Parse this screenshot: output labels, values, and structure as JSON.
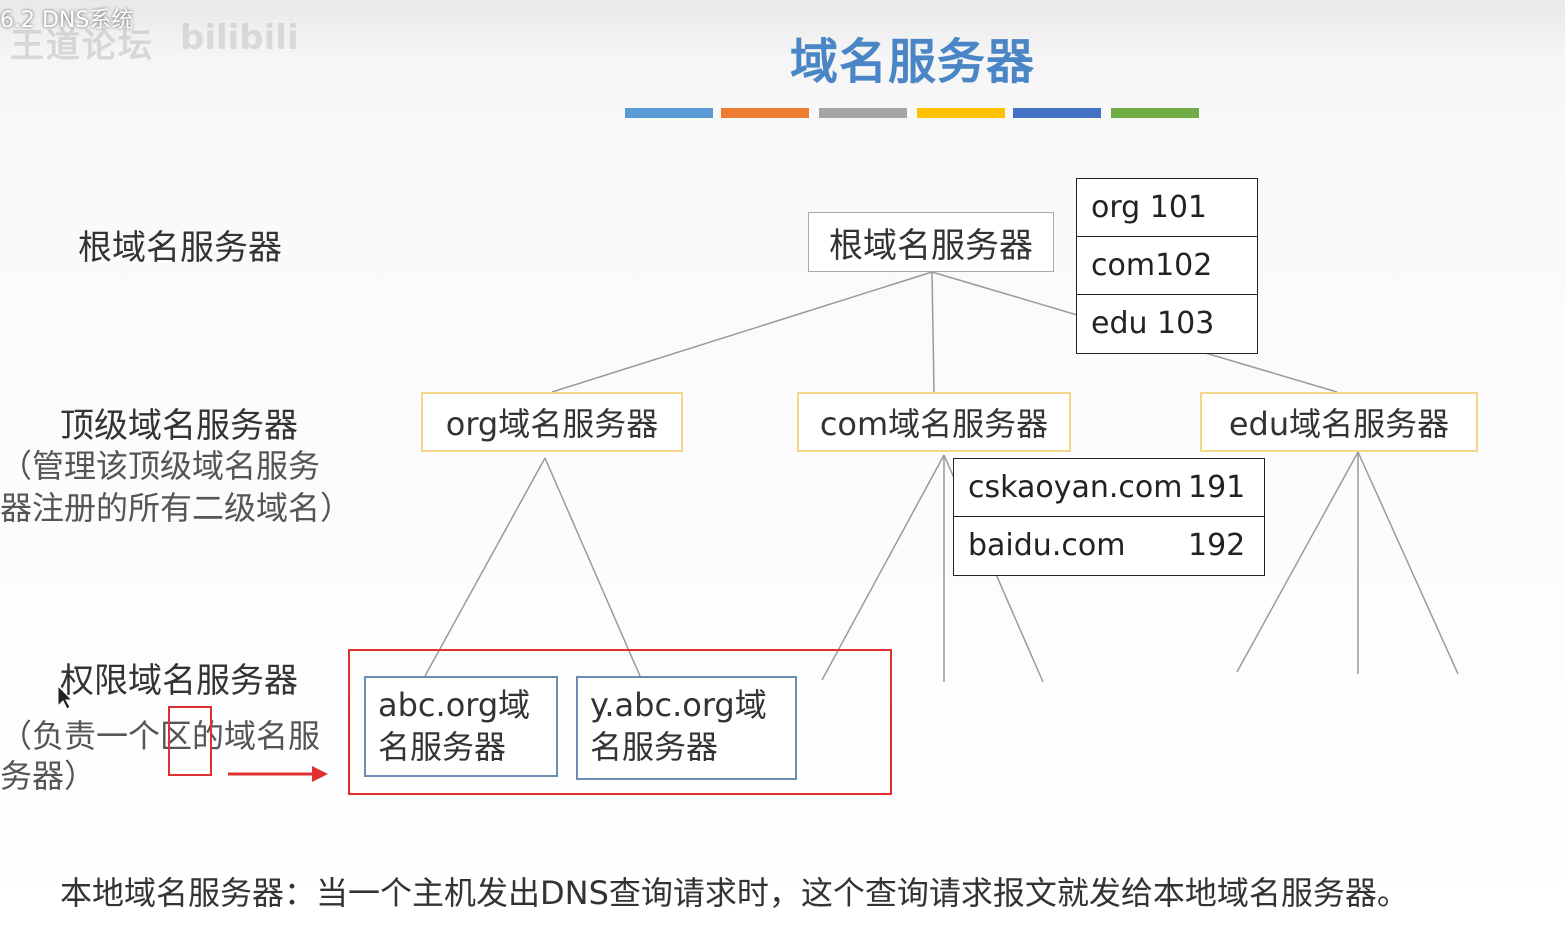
{
  "header": {
    "video_title": "6.2 DNS系统",
    "watermark_left": "王道论坛",
    "watermark_right": "bilibili",
    "title": "域名服务器",
    "bar_colors": [
      "#5b9bd5",
      "#ed7d31",
      "#a5a5a5",
      "#ffc000",
      "#4472c4",
      "#70ad47"
    ]
  },
  "levels": {
    "root_label": "根域名服务器",
    "tld_label": "顶级域名服务器",
    "tld_sub_1": "（管理该顶级域名服务",
    "tld_sub_2": "器注册的所有二级域名）",
    "auth_label": "权限域名服务器",
    "auth_sub_1": "（负责一个区的域名服",
    "auth_sub_2": "务器）"
  },
  "diagram": {
    "root": "根域名服务器",
    "root_table": [
      "org 101",
      "com102",
      "edu 103"
    ],
    "tld": [
      "org域名服务器",
      "com域名服务器",
      "edu域名服务器"
    ],
    "com_table": [
      {
        "name": "cskaoyan.com",
        "value": "191"
      },
      {
        "name": "baidu.com",
        "value": "192"
      }
    ],
    "auth": [
      {
        "line1": "abc.org域",
        "line2": "名服务器"
      },
      {
        "line1": "y.abc.org域",
        "line2": "名服务器"
      }
    ]
  },
  "footer": "本地域名服务器：当一个主机发出DNS查询请求时，这个查询请求报文就发给本地域名服务器。",
  "accent": {
    "highlight": "#e03030",
    "title": "#4a86c5"
  }
}
